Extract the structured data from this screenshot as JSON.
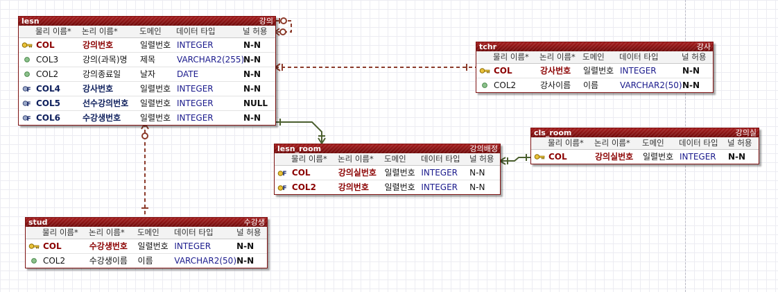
{
  "columns_header": {
    "physical": "물리 이름*",
    "logical": "논리 이름*",
    "domain": "도메인",
    "datatype": "데이터 타입",
    "null": "널 허용"
  },
  "colors": {
    "entity_header": "#8b1a1a",
    "key_column": "#8b0000",
    "foreign_column": "#0e1f5c",
    "datatype_text": "#1a1a8c",
    "identifying_line": "#4a5e2e",
    "non_identifying_line": "#8b3a2a"
  },
  "entities": {
    "lesn": {
      "name": "lesn",
      "logical": "강의",
      "rows": [
        {
          "kind": "pk",
          "icon": "key-icon",
          "phys": "COL",
          "log": "강의번호",
          "domain": "일렬번호",
          "type": "INTEGER",
          "null": "N-N"
        },
        {
          "kind": "plain",
          "icon": "dot-icon",
          "phys": "COL3",
          "log": "강의(과목)명",
          "domain": "제목",
          "type": "VARCHAR2(255)",
          "null": "N-N"
        },
        {
          "kind": "plain",
          "icon": "dot-icon",
          "phys": "COL2",
          "log": "강의종료일",
          "domain": "날자",
          "type": "DATE",
          "null": "N-N"
        },
        {
          "kind": "fk",
          "icon": "foreign-key-icon",
          "phys": "COL4",
          "log": "강사번호",
          "domain": "일렬번호",
          "type": "INTEGER",
          "null": "N-N"
        },
        {
          "kind": "fk",
          "icon": "foreign-key-icon",
          "phys": "COL5",
          "log": "선수강의번호",
          "domain": "일렬번호",
          "type": "INTEGER",
          "null": "NULL"
        },
        {
          "kind": "fk",
          "icon": "foreign-key-icon",
          "phys": "COL6",
          "log": "수강생번호",
          "domain": "일렬번호",
          "type": "INTEGER",
          "null": "N-N"
        }
      ]
    },
    "tchr": {
      "name": "tchr",
      "logical": "강사",
      "rows": [
        {
          "kind": "pk",
          "icon": "key-icon",
          "phys": "COL",
          "log": "강사번호",
          "domain": "일렬번호",
          "type": "INTEGER",
          "null": "N-N"
        },
        {
          "kind": "plain",
          "icon": "dot-icon",
          "phys": "COL2",
          "log": "강사이름",
          "domain": "이름",
          "type": "VARCHAR2(50)",
          "null": "N-N"
        }
      ]
    },
    "lesn_room": {
      "name": "lesn_room",
      "logical": "강의배정",
      "rows": [
        {
          "kind": "pkfk",
          "icon": "primary-foreign-key-icon",
          "phys": "COL",
          "log": "강의실번호",
          "domain": "일렬번호",
          "type": "INTEGER",
          "null": "N-N"
        },
        {
          "kind": "pkfk",
          "icon": "primary-foreign-key-icon",
          "phys": "COL2",
          "log": "강의번호",
          "domain": "일렬번호",
          "type": "INTEGER",
          "null": "N-N"
        }
      ]
    },
    "cls_room": {
      "name": "cls_room",
      "logical": "강의실",
      "rows": [
        {
          "kind": "pk",
          "icon": "key-icon",
          "phys": "COL",
          "log": "강의실번호",
          "domain": "일렬번호",
          "type": "INTEGER",
          "null": "N-N"
        }
      ]
    },
    "stud": {
      "name": "stud",
      "logical": "수강생",
      "rows": [
        {
          "kind": "pk",
          "icon": "key-icon",
          "phys": "COL",
          "log": "수강생번호",
          "domain": "일렬번호",
          "type": "INTEGER",
          "null": "N-N"
        },
        {
          "kind": "plain",
          "icon": "dot-icon",
          "phys": "COL2",
          "log": "수강생이름",
          "domain": "이름",
          "type": "VARCHAR2(50)",
          "null": "N-N"
        }
      ]
    }
  },
  "relationships": [
    {
      "id": "lesn-self",
      "from": "lesn",
      "to": "lesn",
      "style": "dashed",
      "ends": "zero-one-to-zero-many"
    },
    {
      "id": "tchr-lesn",
      "from": "tchr",
      "to": "lesn",
      "style": "dashed",
      "ends": "one-to-many"
    },
    {
      "id": "lesn-lesn_room",
      "from": "lesn",
      "to": "lesn_room",
      "style": "solid",
      "ends": "one-to-many"
    },
    {
      "id": "cls_room-lesn_room",
      "from": "cls_room",
      "to": "lesn_room",
      "style": "solid",
      "ends": "one-to-many"
    },
    {
      "id": "stud-lesn",
      "from": "stud",
      "to": "lesn",
      "style": "dashed",
      "ends": "one-to-zero-many"
    }
  ]
}
